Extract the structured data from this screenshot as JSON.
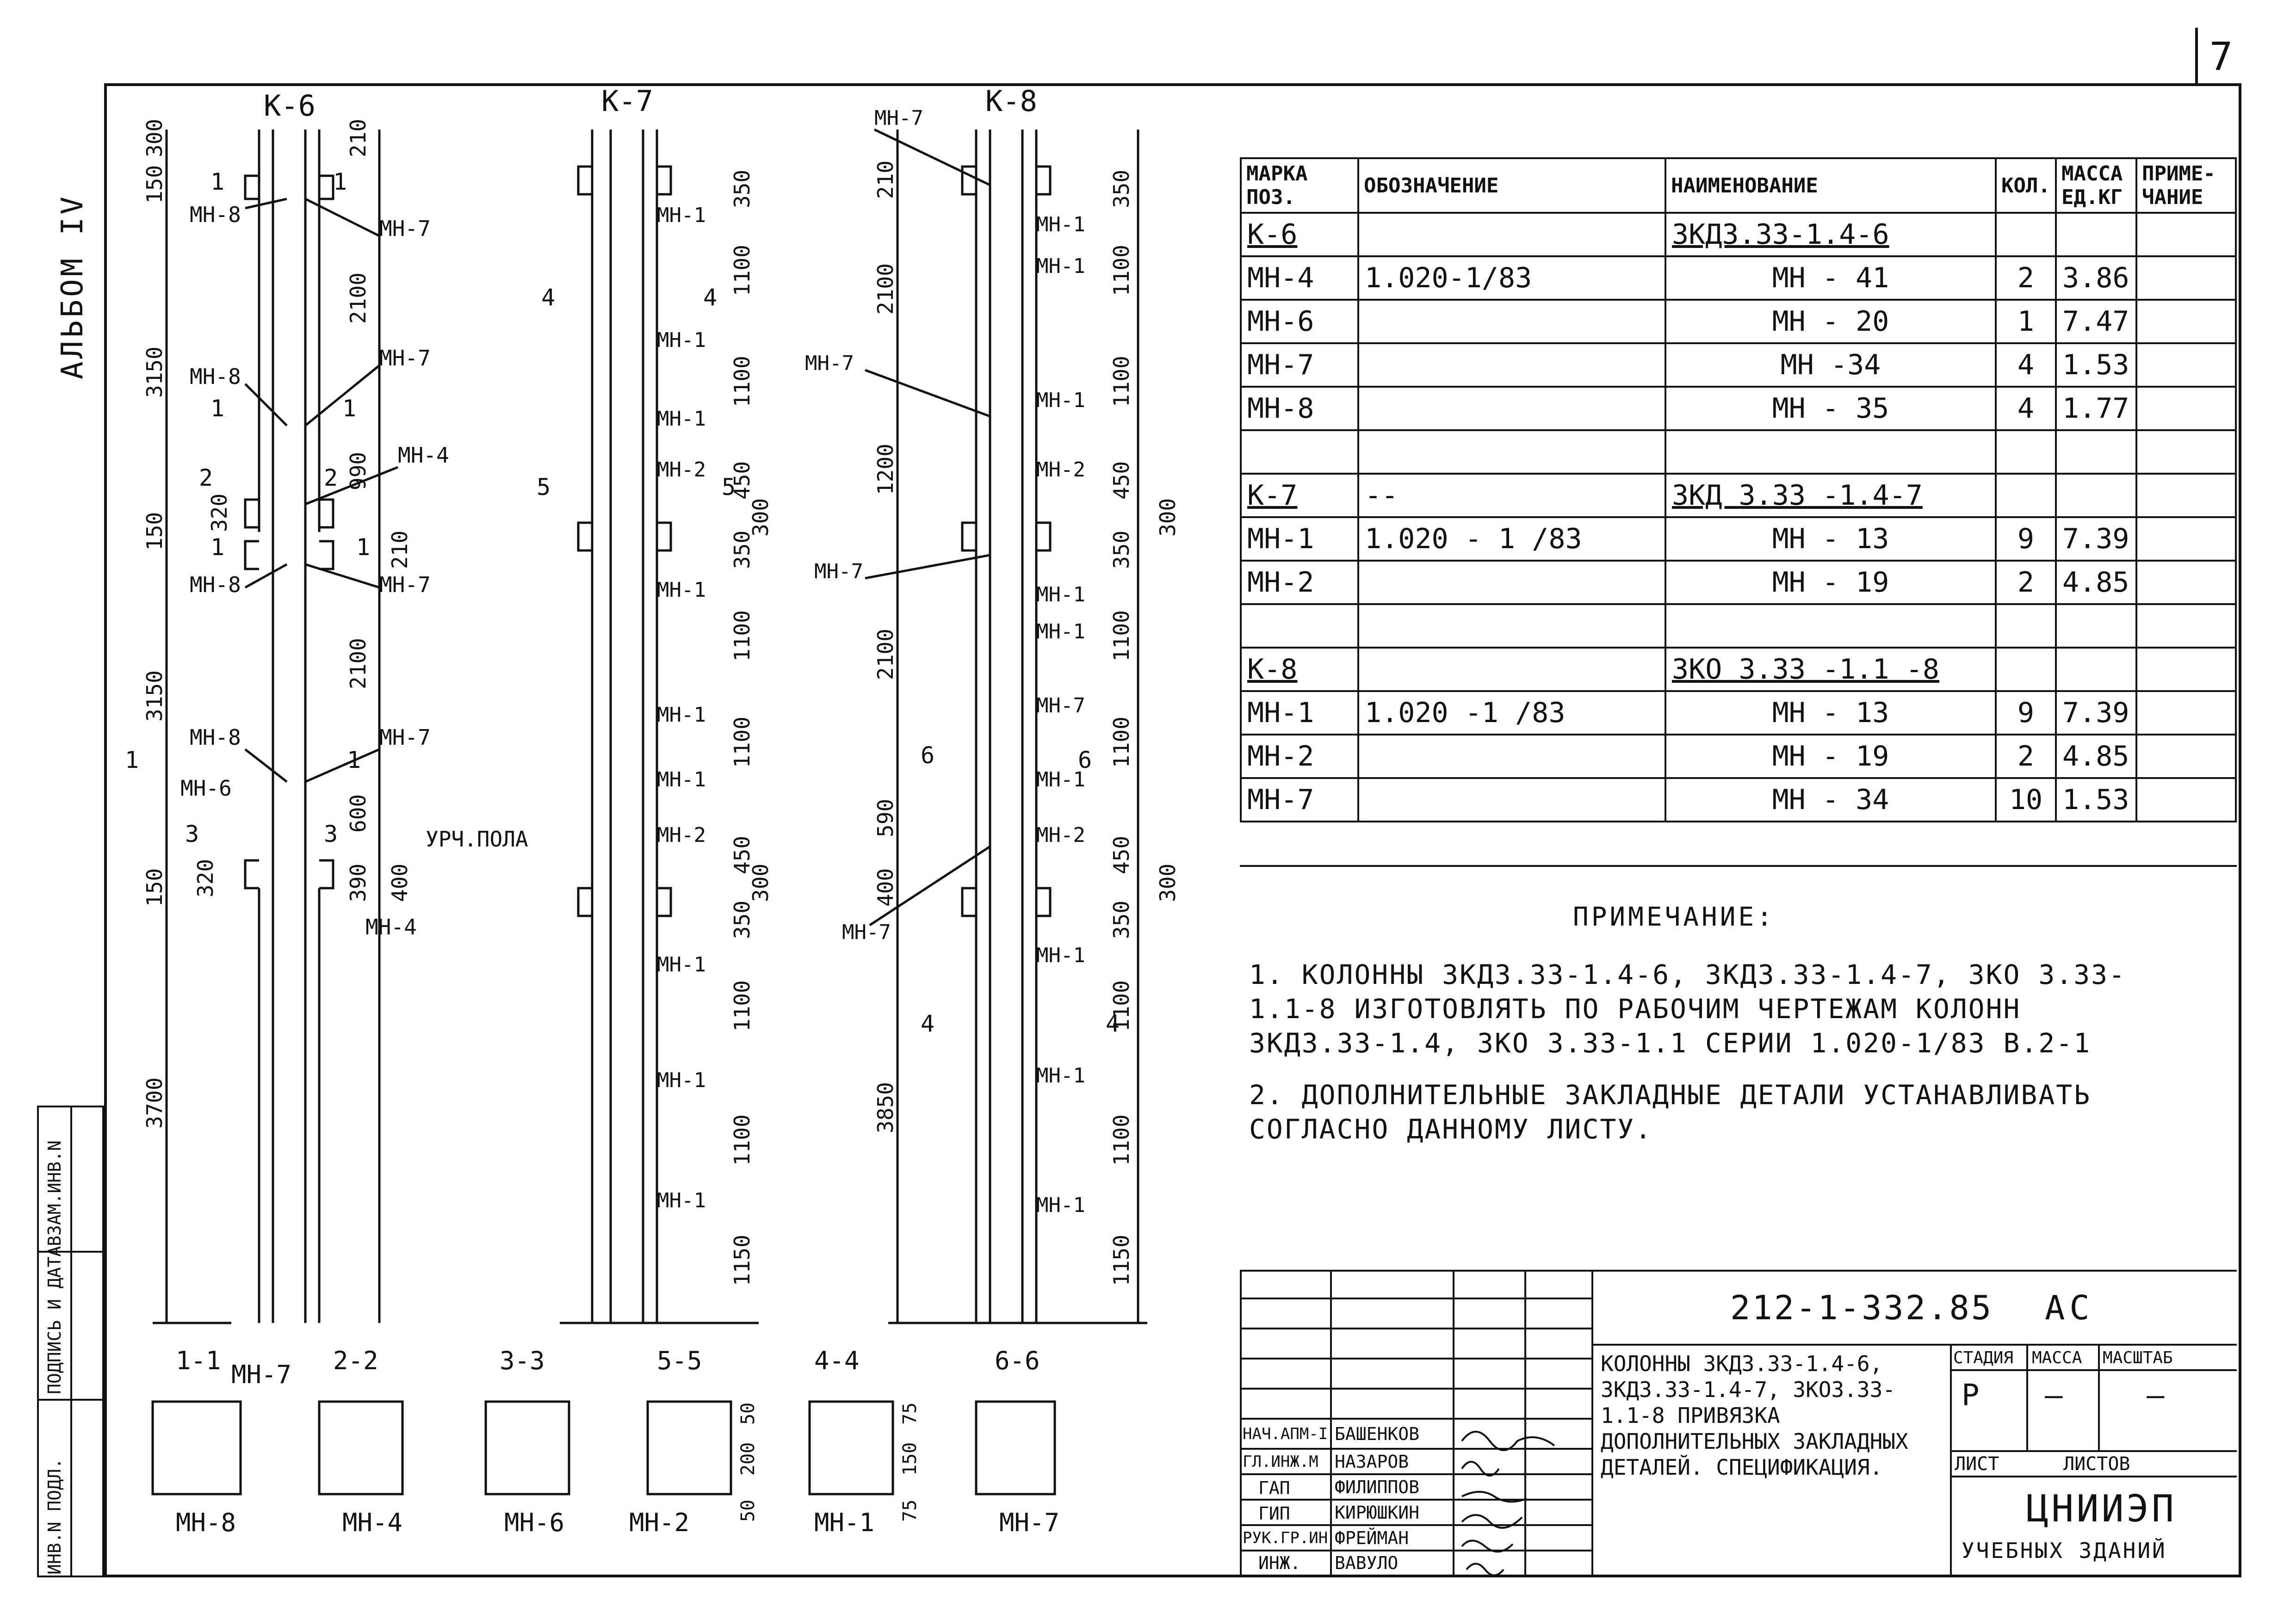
{
  "page_number": "7",
  "album_label": "АЛЬБОМ IV",
  "left_stamp": [
    "ИНВ.N ПОДЛ.",
    "ПОДПИСЬ И ДАТА",
    "ВЗАМ.ИНВ.N"
  ],
  "columns": {
    "k6": {
      "title": "К-6",
      "dims": [
        "150",
        "300",
        "210",
        "3150",
        "2100",
        "990",
        "320",
        "150",
        "210",
        "3150",
        "2100",
        "600",
        "320",
        "390",
        "400",
        "150",
        "3700"
      ],
      "labels": [
        "МН-8",
        "МН-7",
        "МН-8",
        "МН-7",
        "МН-4",
        "МН-8",
        "МН-7",
        "МН-8",
        "МН-7",
        "МН-6",
        "УРЧ.ПОЛА",
        "МН-4"
      ],
      "cuts": [
        "1",
        "1",
        "1",
        "1",
        "2",
        "2",
        "1",
        "1",
        "1",
        "1",
        "3",
        "3"
      ]
    },
    "k7": {
      "title": "К-7",
      "dims": [
        "350",
        "1100",
        "1100",
        "450",
        "300",
        "350",
        "1100",
        "1100",
        "450",
        "300",
        "350",
        "1100",
        "1100",
        "1150"
      ],
      "labels": [
        "МН-1",
        "МН-1",
        "МН-1",
        "МН-2",
        "МН-1",
        "МН-1",
        "МН-1",
        "МН-2",
        "МН-1",
        "МН-1",
        "МН-1"
      ],
      "cuts": [
        "4",
        "4",
        "5",
        "5"
      ]
    },
    "k8": {
      "title": "К-8",
      "dims": [
        "210",
        "2100",
        "1200",
        "2100",
        "590",
        "400",
        "3850",
        "350",
        "1100",
        "1100",
        "450",
        "300",
        "350",
        "1100",
        "1100",
        "450",
        "300",
        "350",
        "1100",
        "1100",
        "1150"
      ],
      "labels": [
        "МН-7",
        "МН-1",
        "МН-1",
        "МН-7",
        "МН-1",
        "МН-2",
        "МН-7",
        "МН-1",
        "МН-1",
        "МН-7",
        "МН-1",
        "МН-2",
        "МН-7",
        "МН-1",
        "МН-1",
        "МН-1"
      ],
      "cuts": [
        "6",
        "6",
        "4",
        "4"
      ]
    }
  },
  "sections": [
    {
      "title": "1-1",
      "label": "МН-8",
      "label2": "МН-7"
    },
    {
      "title": "2-2",
      "label": "МН-4"
    },
    {
      "title": "3-3",
      "label": "МН-6"
    },
    {
      "title": "5-5",
      "label": "МН-2",
      "dims": [
        "50",
        "200",
        "50"
      ]
    },
    {
      "title": "4-4",
      "label": "МН-1",
      "dims": [
        "75",
        "150",
        "75"
      ]
    },
    {
      "title": "6-6",
      "label": "МН-7"
    }
  ],
  "spec_table": {
    "headers": [
      "МАРКА ПОЗ.",
      "ОБОЗНАЧЕНИЕ",
      "НАИМЕНОВАНИЕ",
      "КОЛ.",
      "МАССА ЕД.КГ",
      "ПРИМЕ-ЧАНИЕ"
    ],
    "rows": [
      {
        "mark": "К-6",
        "code": "",
        "name": "3КД3.33-1.4-6",
        "qty": "",
        "mass": "",
        "note": "",
        "group": true
      },
      {
        "mark": "МН-4",
        "code": "1.020-1/83",
        "name": "МН - 41",
        "qty": "2",
        "mass": "3.86",
        "note": ""
      },
      {
        "mark": "МН-6",
        "code": "",
        "name": "МН - 20",
        "qty": "1",
        "mass": "7.47",
        "note": ""
      },
      {
        "mark": "МН-7",
        "code": "",
        "name": "МН -34",
        "qty": "4",
        "mass": "1.53",
        "note": ""
      },
      {
        "mark": "МН-8",
        "code": "",
        "name": "МН - 35",
        "qty": "4",
        "mass": "1.77",
        "note": ""
      },
      {
        "mark": "",
        "code": "",
        "name": "",
        "qty": "",
        "mass": "",
        "note": ""
      },
      {
        "mark": "К-7",
        "code": "--",
        "name": "3КД 3.33 -1.4-7",
        "qty": "",
        "mass": "",
        "note": "",
        "group": true
      },
      {
        "mark": "МН-1",
        "code": "1.020 - 1 /83",
        "name": "МН - 13",
        "qty": "9",
        "mass": "7.39",
        "note": ""
      },
      {
        "mark": "МН-2",
        "code": "",
        "name": "МН - 19",
        "qty": "2",
        "mass": "4.85",
        "note": ""
      },
      {
        "mark": "",
        "code": "",
        "name": "",
        "qty": "",
        "mass": "",
        "note": ""
      },
      {
        "mark": "К-8",
        "code": "",
        "name": "3КО 3.33 -1.1 -8",
        "qty": "",
        "mass": "",
        "note": "",
        "group": true
      },
      {
        "mark": "МН-1",
        "code": "1.020 -1 /83",
        "name": "МН - 13",
        "qty": "9",
        "mass": "7.39",
        "note": ""
      },
      {
        "mark": "МН-2",
        "code": "",
        "name": "МН - 19",
        "qty": "2",
        "mass": "4.85",
        "note": ""
      },
      {
        "mark": "МН-7",
        "code": "",
        "name": "МН - 34",
        "qty": "10",
        "mass": "1.53",
        "note": ""
      }
    ]
  },
  "notes": {
    "title": "ПРИМЕЧАНИЕ:",
    "items": [
      "1. КОЛОННЫ 3КД3.33-1.4-6, 3КД3.33-1.4-7, 3КО 3.33-1.1-8 ИЗГОТОВЛЯТЬ ПО РАБОЧИМ ЧЕРТЕЖАМ КОЛОНН 3КД3.33-1.4, 3КО 3.33-1.1 СЕРИИ 1.020-1/83 В.2-1",
      "2. ДОПОЛНИТЕЛЬНЫЕ ЗАКЛАДНЫЕ ДЕТАЛИ УСТАНАВЛИВАТЬ СОГЛАСНО ДАННОМУ ЛИСТУ."
    ]
  },
  "title_block": {
    "doc_code": "212-1-332.85",
    "doc_mark": "АС",
    "title": "КОЛОННЫ 3КД3.33-1.4-6, 3КД3.33-1.4-7, 3КО3.33-1.1-8 ПРИВЯЗКА ДОПОЛНИТЕЛЬНЫХ ЗАКЛАДНЫХ ДЕТАЛЕЙ. СПЕЦИФИКАЦИЯ.",
    "stage_label": "СТАДИЯ",
    "mass_label": "МАССА",
    "scale_label": "МАСШТАБ",
    "stage": "Р",
    "mass": "—",
    "scale": "—",
    "sheet_label": "ЛИСТ",
    "sheets_label": "ЛИСТОВ",
    "org": "ЦНИИЭП",
    "org2": "УЧЕБНЫХ ЗДАНИЙ",
    "signers": [
      {
        "role": "НАЧ.АПМ-I",
        "name": "БАШЕНКОВ"
      },
      {
        "role": "ГЛ.ИНЖ.М",
        "name": "НАЗАРОВ"
      },
      {
        "role": "ГАП",
        "name": "ФИЛИППОВ"
      },
      {
        "role": "ГИП",
        "name": "КИРЮШКИН"
      },
      {
        "role": "РУК.ГР.ИН",
        "name": "ФРЕЙМАН"
      },
      {
        "role": "ИНЖ.",
        "name": "ВАВУЛО"
      }
    ]
  }
}
